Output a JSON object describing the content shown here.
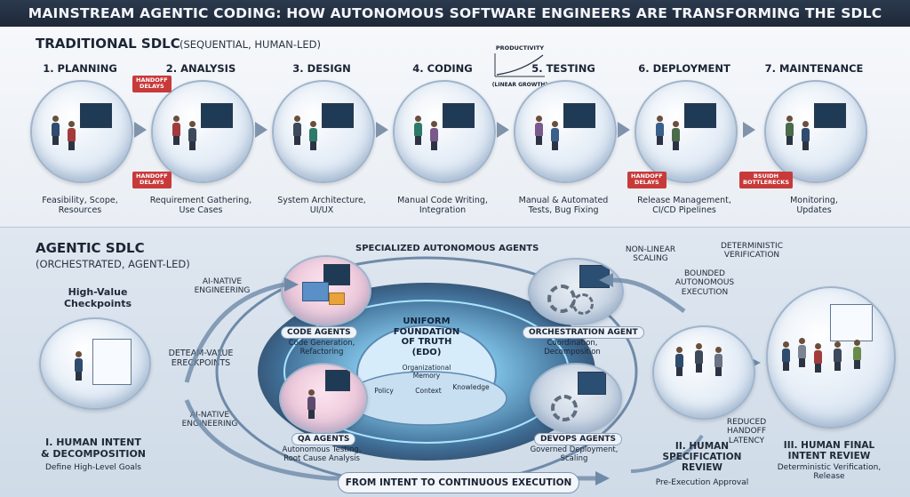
{
  "banner": "MAINSTREAM AGENTIC CODING: HOW AUTONOMOUS SOFTWARE ENGINEERS ARE TRANSFORMING THE SDLC",
  "traditional": {
    "title": "TRADITIONAL SDLC",
    "subtitle": "(SEQUENTIAL, HUMAN-LED)",
    "stages": [
      {
        "title": "1. PLANNING",
        "desc": "Feasibility, Scope,\nResources"
      },
      {
        "title": "2. ANALYSIS",
        "desc": "Requirement Gathering,\nUse Cases"
      },
      {
        "title": "3. DESIGN",
        "desc": "System Architecture,\nUI/UX"
      },
      {
        "title": "4. CODING",
        "desc": "Manual Code Writing,\nIntegration"
      },
      {
        "title": "5. TESTING",
        "desc": "Manual & Automated\nTests, Bug Fixing"
      },
      {
        "title": "6. DEPLOYMENT",
        "desc": "Release Management,\nCI/CD Pipelines"
      },
      {
        "title": "7. MAINTENANCE",
        "desc": "Monitoring,\nUpdates"
      }
    ],
    "tags": {
      "handoff_delays": "HANDOFF\nDELAYS",
      "bottlenecks": "BSUIDH\nBOTTLERECKS"
    },
    "productivity": {
      "title": "PRODUCTIVITY",
      "caption": "(LINEAR GROWTH)"
    }
  },
  "agentic": {
    "title": "AGENTIC SDLC",
    "subtitle": "(ORCHESTRATED, AGENT-LED)",
    "center_title": "SPECIALIZED AUTONOMOUS AGENTS",
    "core": {
      "title": "UNIFORM\nFOUNDATION\nOF TRUTH\n(EDO)",
      "memory": "Organizational\nMemory",
      "policy": "Policy",
      "context": "Context",
      "knowledge": "Knowledge"
    },
    "agents": [
      {
        "title": "CODE AGENTS",
        "desc": "Code Generation,\nRefactoring"
      },
      {
        "title": "ORCHESTRATION AGENT",
        "desc": "Coordination,\nDecomposition"
      },
      {
        "title": "QA AGENTS",
        "desc": "Autonomous Testing,\nRoot Cause Analysis"
      },
      {
        "title": "DEVOPS AGENTS",
        "desc": "Governed Deployment,\nScaling"
      }
    ],
    "left_labels": {
      "checkpoints": "High-Value\nCheckpoints",
      "ai_native_1": "AI-NATIVE\nENGINEERING",
      "deteam": "DETEAM-VALUE\nERECKPOINTS",
      "ai_native_2": "AI-NATIVE\nENGINEERING"
    },
    "right_labels": {
      "nonlinear": "NON-LINEAR\nSCALING",
      "deterministic": "DETERMINISTIC\nVERIFICATION",
      "bounded": "BOUNDED\nAUTONOMOUS\nEXECUTION",
      "reduced": "REDUCED\nHANDOFF\nLATENCY"
    },
    "steps": [
      {
        "title": "I. HUMAN INTENT\n& DECOMPOSITION",
        "desc": "Define High-Level Goals"
      },
      {
        "title": "II. HUMAN\nSPECIFICATION\nREVIEW",
        "desc": "Pre-Execution Approval"
      },
      {
        "title": "III. HUMAN FINAL\nINTENT REVIEW",
        "desc": "Deterministic Verification,\nRelease"
      }
    ],
    "footer": "FROM INTENT TO CONTINUOUS EXECUTION"
  },
  "colors": {
    "banner": "#1d2838",
    "accent": "#3b6ea5",
    "alert": "#c83a3a",
    "core_glow": "#7fd0f0"
  }
}
